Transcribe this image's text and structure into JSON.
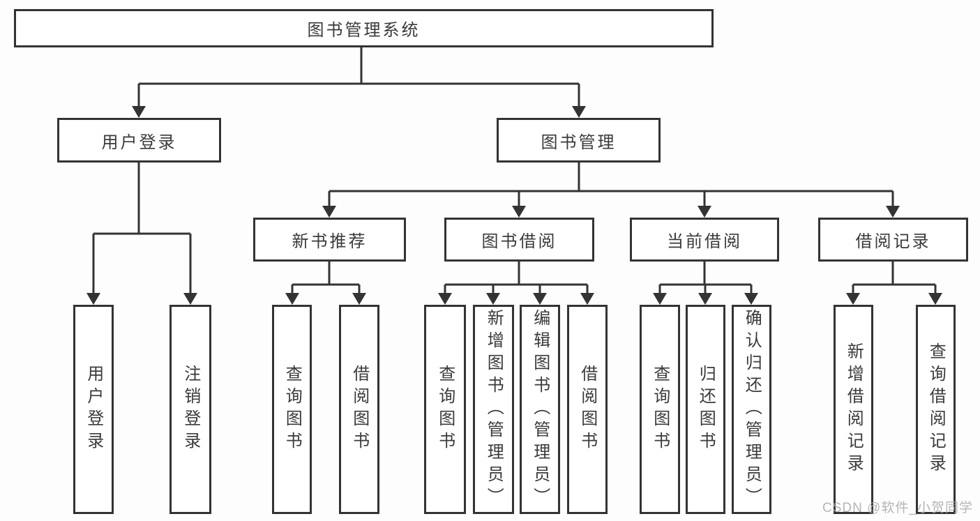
{
  "diagram": {
    "root": "图书管理系统",
    "user_login": {
      "label": "用户登录",
      "children": {
        "login": "用户登录",
        "logout": "注销登录"
      }
    },
    "book_management": {
      "label": "图书管理",
      "new_book": {
        "label": "新书推荐",
        "children": {
          "query": "查询图书",
          "borrow": "借阅图书"
        }
      },
      "book_borrow": {
        "label": "图书借阅",
        "children": {
          "query": "查询图书",
          "add": "新增图书（管理员）",
          "edit": "编辑图书（管理员）",
          "borrow": "借阅图书"
        }
      },
      "current_borrow": {
        "label": "当前借阅",
        "children": {
          "query": "查询图书",
          "return": "归还图书",
          "confirm": "确认归还（管理员）"
        }
      },
      "borrow_record": {
        "label": "借阅记录",
        "children": {
          "add": "新增借阅记录",
          "query": "查询借阅记录"
        }
      }
    }
  },
  "watermark": "CSDN @软件_小贺同学",
  "colors": {
    "line": "#333333",
    "box_border": "#333333",
    "box_fill": "#ffffff",
    "text": "#3a3a3a",
    "background": "#fdfdfd",
    "watermark": "#a8a8a8"
  }
}
